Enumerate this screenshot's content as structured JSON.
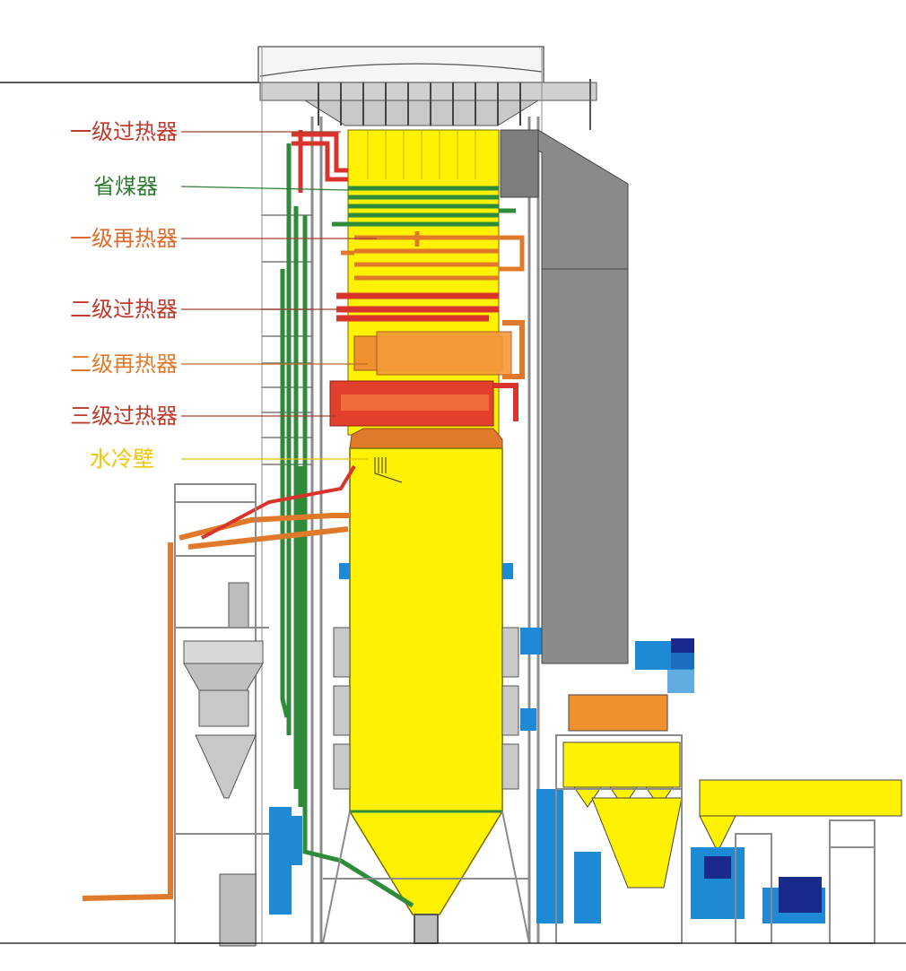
{
  "labels": [
    {
      "id": "primary-superheater",
      "text": "一级过热器",
      "color": "#c0392b"
    },
    {
      "id": "economizer",
      "text": "省煤器",
      "color": "#2e7d32"
    },
    {
      "id": "primary-reheater",
      "text": "一级再热器",
      "color": "#e06a2a"
    },
    {
      "id": "secondary-superheater",
      "text": "二级过热器",
      "color": "#c0392b"
    },
    {
      "id": "secondary-reheater",
      "text": "二级再热器",
      "color": "#e07a2a"
    },
    {
      "id": "tertiary-superheater",
      "text": "三级过热器",
      "color": "#c0392b"
    },
    {
      "id": "water-wall",
      "text": "水冷壁",
      "color": "#f2c500"
    }
  ],
  "colors": {
    "furnace_yellow": "#fff200",
    "steel_gray": "#8c8c8c",
    "duct_gray": "#9a9a9a",
    "pipe_green": "#2e8b3a",
    "pipe_orange": "#e07a2a",
    "pipe_red": "#d9342b",
    "equipment_blue": "#1e8ad6",
    "fan_navy": "#1a2a8c"
  }
}
